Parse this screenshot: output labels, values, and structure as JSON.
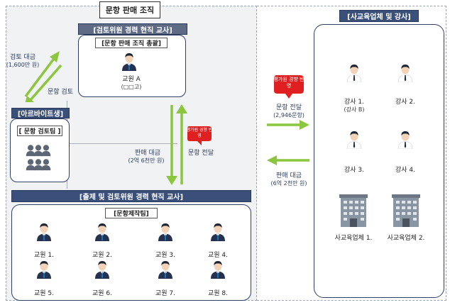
{
  "org": {
    "title": "문항 판매 조직",
    "reviewer_header": "[검토위원 경력 현직 교사]",
    "leader_label": "[문항 판매 조직 총괄]",
    "leader_name": "교원 A",
    "leader_school": "(□□고)",
    "parttime_header": "[아르바이트생]",
    "review_team_label": "[ 문항 검토팀 ]",
    "maker_header": "[출제 및 검토위원 경력 현직 교사]",
    "maker_team_label": "[문항제작팀]",
    "teachers": [
      "교원 1.",
      "교원 2.",
      "교원 3.",
      "교원 4.",
      "교원 5.",
      "교원 6.",
      "교원 7.",
      "교원 8."
    ]
  },
  "arrows": {
    "review_fee_label": "검토 대금",
    "review_fee_amount": "(1,600만 원)",
    "review_label": "문항 검토",
    "sale_fee_label": "판매 대금",
    "sale_fee_amount": "(2억 6천만 원)",
    "delivery_label": "문항 전달",
    "bubble_text": "평가원 경향 반영",
    "right_delivery_label": "문항 전달",
    "right_delivery_amount": "(2,946문항)",
    "right_bubble_text": "평가원 경향 반영",
    "right_sale_fee_label": "판매 대금",
    "right_sale_fee_amount": "(6억 2천만 원)"
  },
  "right": {
    "header": "[사교육업체 및 강사]",
    "instructors": [
      {
        "name": "강사 1.",
        "note": "(강사 B)"
      },
      {
        "name": "강사 2.",
        "note": ""
      },
      {
        "name": "강사 3.",
        "note": ""
      },
      {
        "name": "강사 4.",
        "note": ""
      }
    ],
    "companies": [
      "사교육업체 1.",
      "사교육업체 2."
    ]
  },
  "colors": {
    "header_navy": "#3a4f7a",
    "arrow_green": "#8cc63f",
    "bubble_red": "#e02020"
  }
}
